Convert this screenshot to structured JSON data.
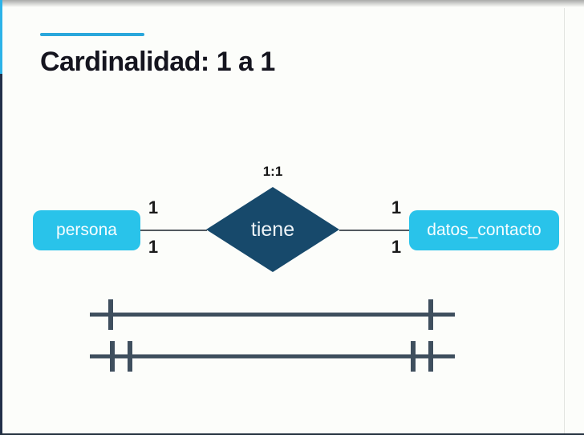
{
  "slide": {
    "title": "Cardinalidad: 1 a 1",
    "accent_color": "#2aa7db"
  },
  "diagram": {
    "entity_left": "persona",
    "entity_right": "datos_contacto",
    "relationship": "tiene",
    "relationship_cardinality": "1:1",
    "multiplicity": {
      "left_top": "1",
      "left_bottom": "1",
      "right_top": "1",
      "right_bottom": "1"
    },
    "colors": {
      "entity_fill": "#29c3ea",
      "relationship_fill": "#17496b",
      "notation_line": "#3f4f5e"
    }
  }
}
